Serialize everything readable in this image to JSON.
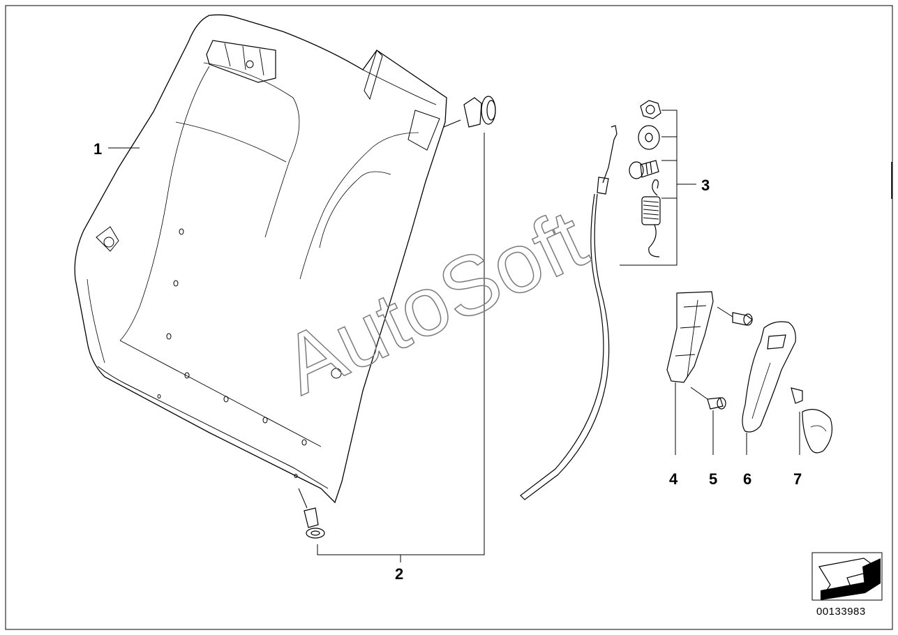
{
  "diagram": {
    "watermark": "AutoSoft",
    "diagram_number": "00133983",
    "callouts": {
      "part_1": "1",
      "part_2": "2",
      "part_3": "3",
      "part_4": "4",
      "part_5": "5",
      "part_6": "6",
      "part_7": "7"
    },
    "icons": {
      "navigation_arrow": "arrow-down-left-icon"
    }
  }
}
